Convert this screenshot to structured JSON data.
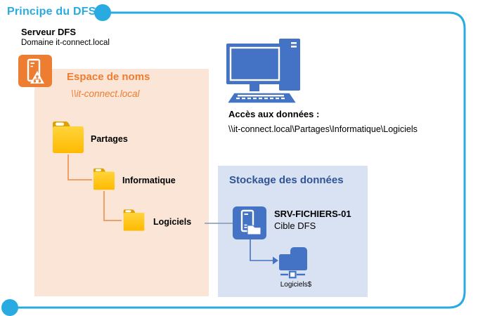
{
  "frame": {
    "title": "Principe du DFS",
    "accent_color": "#29ABE2"
  },
  "dfs_server": {
    "name": "Serveur DFS",
    "domain": "Domaine it-connect.local"
  },
  "namespace": {
    "title": "Espace de noms",
    "unc_path": "\\\\it-connect.local",
    "background": "#FBE5D6",
    "accent_color": "#ED7D31",
    "folders": [
      {
        "label": "Partages"
      },
      {
        "label": "Informatique"
      },
      {
        "label": "Logiciels"
      }
    ]
  },
  "client_access": {
    "label": "Accès aux données :",
    "path": "\\\\it-connect.local\\Partages\\Informatique\\Logiciels"
  },
  "storage": {
    "title": "Stockage des données",
    "background": "#D9E2F3",
    "title_color": "#2F5496",
    "server_name": "SRV-FICHIERS-01",
    "server_role": "Cible DFS",
    "share_name": "Logiciels$"
  },
  "icons": {
    "dfs_server": "server-warning-icon",
    "client": "desktop-computer-icon",
    "file_server": "server-folder-icon",
    "share": "shared-folder-icon",
    "folders": "folder-icon"
  },
  "palette": {
    "ms_blue": "#4472C4",
    "folder_gold": "#FFC000",
    "folder_tab": "#DFA000",
    "tree_line": "#F0A169",
    "target_line": "#8496B0"
  }
}
